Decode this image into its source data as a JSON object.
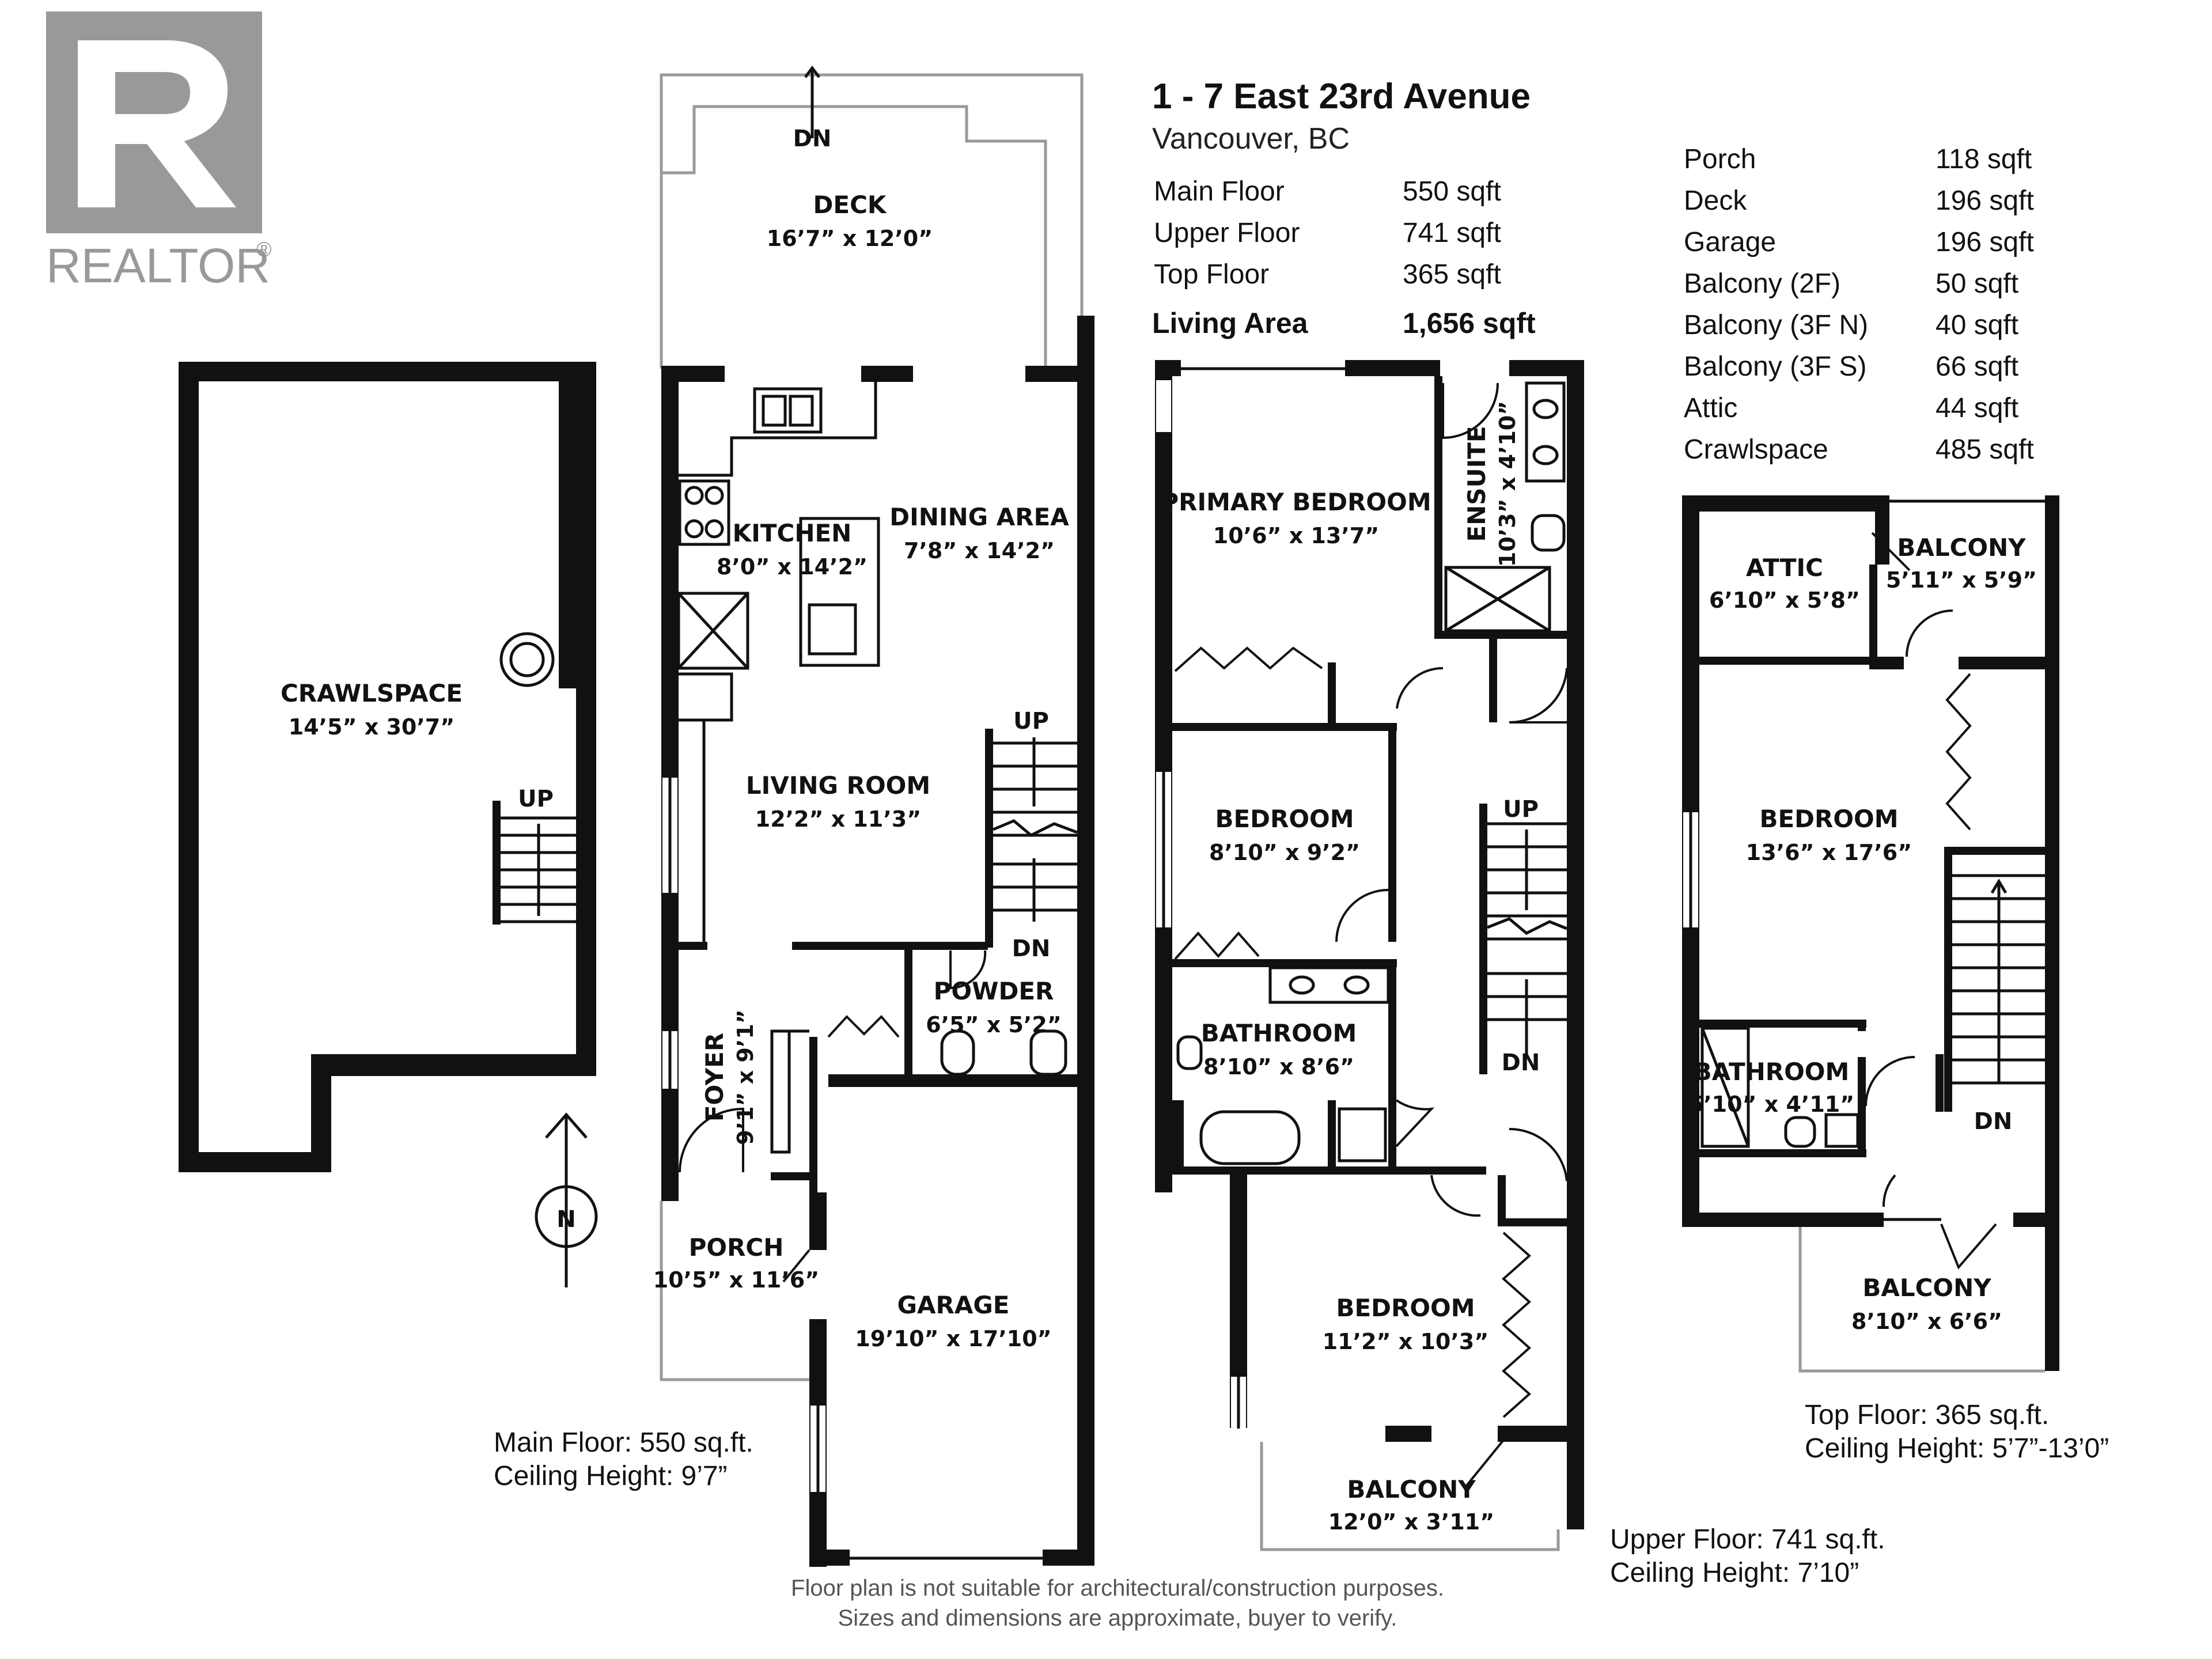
{
  "brand": {
    "name": "REALTOR",
    "mark": "®",
    "color": "#999999"
  },
  "header": {
    "address": "1 - 7 East 23rd Avenue",
    "city": "Vancouver, BC"
  },
  "floor_areas": [
    {
      "label": "Main Floor",
      "value": "550 sqft"
    },
    {
      "label": "Upper Floor",
      "value": "741 sqft"
    },
    {
      "label": "Top Floor",
      "value": "365 sqft"
    }
  ],
  "living_area": {
    "label": "Living Area",
    "value": "1,656 sqft"
  },
  "other_areas": [
    {
      "label": "Porch",
      "value": "118 sqft"
    },
    {
      "label": "Deck",
      "value": "196 sqft"
    },
    {
      "label": "Garage",
      "value": "196 sqft"
    },
    {
      "label": "Balcony (2F)",
      "value": "50 sqft"
    },
    {
      "label": "Balcony (3F N)",
      "value": "40 sqft"
    },
    {
      "label": "Balcony (3F S)",
      "value": "66 sqft"
    },
    {
      "label": "Attic",
      "value": "44 sqft"
    },
    {
      "label": "Crawlspace",
      "value": "485 sqft"
    }
  ],
  "rooms": {
    "crawlspace": {
      "name": "CRAWLSPACE",
      "dims": "14’5” x 30’7”"
    },
    "deck": {
      "name": "DECK",
      "dims": "16’7” x 12’0”"
    },
    "kitchen": {
      "name": "KITCHEN",
      "dims": "8’0” x 14’2”"
    },
    "dining": {
      "name": "DINING AREA",
      "dims": "7’8” x 14’2”"
    },
    "living": {
      "name": "LIVING ROOM",
      "dims": "12’2” x 11’3”"
    },
    "powder": {
      "name": "POWDER",
      "dims": "6’5” x 5’2”"
    },
    "foyer": {
      "name": "FOYER",
      "dims": "9’1” x 9’1”"
    },
    "porch": {
      "name": "PORCH",
      "dims": "10’5” x 11’6”"
    },
    "garage": {
      "name": "GARAGE",
      "dims": "19’10” x 17’10”"
    },
    "primary_bedroom": {
      "name": "PRIMARY BEDROOM",
      "dims": "10’6” x 13’7”"
    },
    "ensuite": {
      "name": "ENSUITE",
      "dims": "10’3” x 4’10”"
    },
    "bedroom_2": {
      "name": "BEDROOM",
      "dims": "8’10” x 9’2”"
    },
    "bathroom_2": {
      "name": "BATHROOM",
      "dims": "8’10” x 8’6”"
    },
    "bedroom_3": {
      "name": "BEDROOM",
      "dims": "11’2” x 10’3”"
    },
    "balcony_2f": {
      "name": "BALCONY",
      "dims": "12’0” x 3’11”"
    },
    "attic": {
      "name": "ATTIC",
      "dims": "6’10” x 5’8”"
    },
    "balcony_3f_n": {
      "name": "BALCONY",
      "dims": "5’11” x 5’9”"
    },
    "bedroom_top": {
      "name": "BEDROOM",
      "dims": "13’6” x 17’6”"
    },
    "bathroom_top": {
      "name": "BATHROOM",
      "dims": "6’10” x 4’11”"
    },
    "balcony_3f_s": {
      "name": "BALCONY",
      "dims": "8’10” x 6’6”"
    }
  },
  "stair_labels": {
    "up": "UP",
    "dn": "DN"
  },
  "compass": "N",
  "floor_notes": {
    "main": {
      "area": "Main Floor: 550 sq.ft.",
      "ceiling": "Ceiling Height: 9’7”"
    },
    "upper": {
      "area": "Upper Floor: 741 sq.ft.",
      "ceiling": "Ceiling Height: 7’10”"
    },
    "top": {
      "area": "Top Floor: 365 sq.ft.",
      "ceiling": "Ceiling Height: 5’7”-13’0”"
    }
  },
  "disclaimer": {
    "line1": "Floor plan is not suitable for architectural/construction purposes.",
    "line2": "Sizes and dimensions are approximate, buyer to verify."
  }
}
